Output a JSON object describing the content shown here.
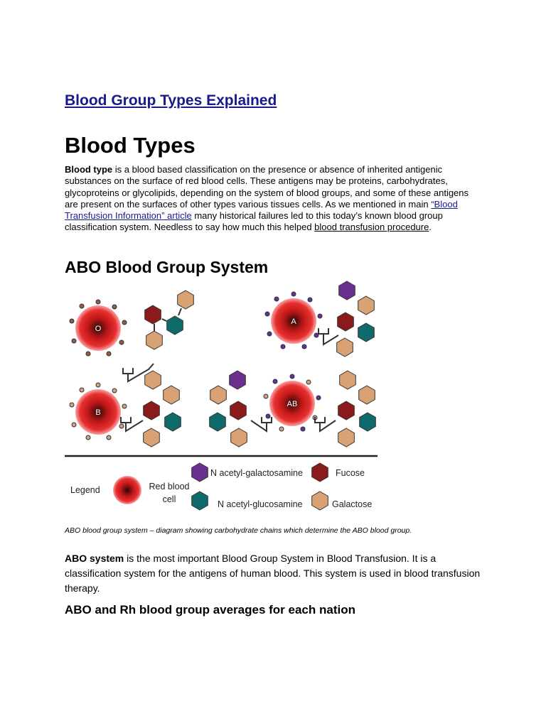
{
  "header": {
    "link_text": "Blood Group Types Explained"
  },
  "section1": {
    "title": "Blood Types",
    "intro_bold": "Blood type",
    "intro_text1": " is a blood based classification on the presence or absence of inherited antigenic substances on the surface of red blood cells. These antigens may be proteins, carbohydrates, glycoproteins or glycolipids, depending on the system of blood groups, and some of these antigens are present on the surfaces of other types various tissues cells. As we mentioned in main ",
    "intro_link": "“Blood Transfusion Information” article",
    "intro_text2": " many historical failures led to this today’s known blood group classification system. Needless to say how much this helped ",
    "intro_link2": "blood transfusion procedure",
    "intro_end": "."
  },
  "section2": {
    "title": "ABO Blood Group System",
    "figure": {
      "cells": {
        "o": "O",
        "a": "A",
        "b": "B",
        "ab": "AB"
      },
      "legend_title": "Legend",
      "legend_rbc": "Red blood",
      "legend_rbc2": "cell",
      "legend_galnac": "N acetyl-galactosamine",
      "legend_fucose": "Fucose",
      "legend_glcnac": "N acetyl-glucosamine",
      "legend_galactose": "Galactose",
      "colors": {
        "galnac": "#6a2f8f",
        "fucose": "#8b1a1a",
        "glcnac": "#0f6b6b",
        "galactose": "#d9a274"
      }
    },
    "caption": "ABO blood group system – diagram showing carbohydrate chains which determine the ABO blood group.",
    "para_bold": "ABO system",
    "para_text": " is the most important Blood Group System in Blood Transfusion. It is a classification system for the antigens of human blood. This system is used in blood transfusion therapy."
  },
  "section3": {
    "title": "ABO and Rh blood group averages for each nation"
  }
}
